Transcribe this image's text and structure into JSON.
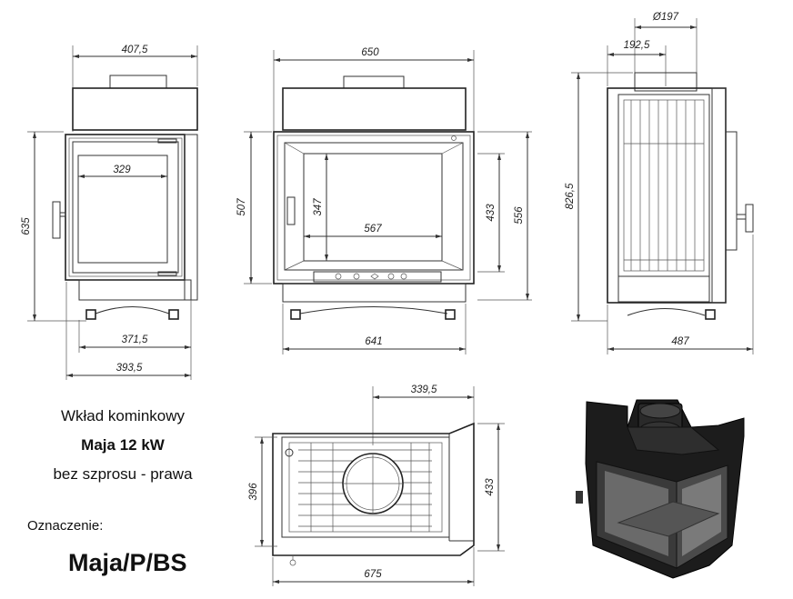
{
  "title": {
    "line1": "Wkład kominkowy",
    "line2": "Maja 12 kW",
    "line3": "bez szprosu - prawa",
    "designation_label": "Oznaczenie:",
    "designation": "Maja/P/BS"
  },
  "dimensions": {
    "left_view": {
      "top_width": "407,5",
      "glass_width": "329",
      "height": "635",
      "base_inner": "371,5",
      "base_outer": "393,5"
    },
    "front_view": {
      "top_width": "650",
      "height_507": "507",
      "glass_height": "347",
      "glass_width": "567",
      "h433": "433",
      "h556": "556",
      "base_width": "641"
    },
    "side_view": {
      "flue_dia": "Ø197",
      "flue_offset": "192,5",
      "height": "826,5",
      "depth": "487"
    },
    "top_view": {
      "offset": "339,5",
      "depth": "396",
      "depth2": "433",
      "width": "675"
    }
  }
}
